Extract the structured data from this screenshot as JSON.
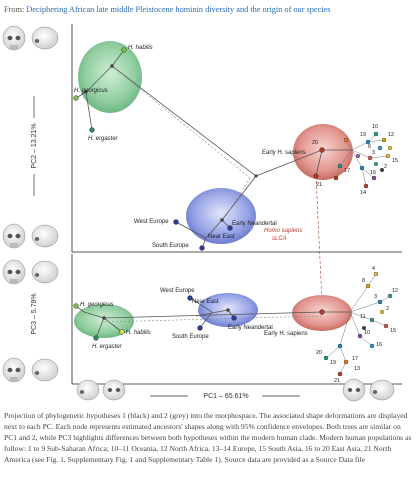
{
  "header": {
    "prefix": "From: ",
    "link_text": "Deciphering African late middle Pleistocene hominin diversity and the origin of our species"
  },
  "axes": {
    "pc2_label": "PC2 – 13.21%",
    "pc3_label": "PC3 – 5.78%",
    "pc1_label": "PC1 – 65.61%"
  },
  "top_panel": {
    "h_habilis": "H. habilis",
    "h_georgicus": "H. georgicus",
    "h_ergaster": "H. ergaster",
    "early_sapiens": "Early H. sapiens",
    "early_neandertal": "Early Neandertal",
    "near_east": "Near East",
    "west_europe": "West Europe",
    "south_europe": "South Europe",
    "homo_sapiens_lca_1": "Homo sapiens",
    "homo_sapiens_lca_2": "sLCA",
    "modern_nums": [
      "19",
      "10",
      "12",
      "20",
      "6",
      "3",
      "17",
      "15",
      "16",
      "21",
      "14",
      "2"
    ]
  },
  "bottom_panel": {
    "h_georgicus": "H. georgicus",
    "h_habilis": "H. habilis",
    "h_ergaster": "H. ergaster",
    "west_europe": "West Europe",
    "near_east": "Near East",
    "south_europe": "South Europe",
    "early_neandertal": "Early Neandertal",
    "early_sapiens": "Early H. sapiens",
    "modern_nums": [
      "4",
      "8",
      "12",
      "3",
      "2",
      "11",
      "15",
      "10",
      "16",
      "20",
      "19",
      "17",
      "13",
      "21"
    ]
  },
  "caption": {
    "text": "Projection of phylogenetic hypotheses 1 (black) and 2 (grey) into the morphospace. The associated shape deformations are displayed next to each PC. Each node represents estimated ancestors' shapes along with 95% confidence envelopes. Both trees are similar on PC1 and 2, while PC3 highlights differences between both hypotheses within the modern human clade. Modern human populations as follow: 1 to 9 Sub-Saharan Africa; 10–11 Oceania, 12 North Africa, 13–14 Europe, 15 South Asia, 16 to 20 East Asia, 21 North America (see Fig. 1, Supplementary Fig. 1 and Supplementary Table 1). Source data are provided as a Source Data file"
  },
  "colors": {
    "green_envelope": "#7fc68f",
    "blue_envelope": "#6b7fd6",
    "red_envelope": "#d9736a",
    "link": "#2a6db5",
    "lca_label": "#c0392b"
  }
}
